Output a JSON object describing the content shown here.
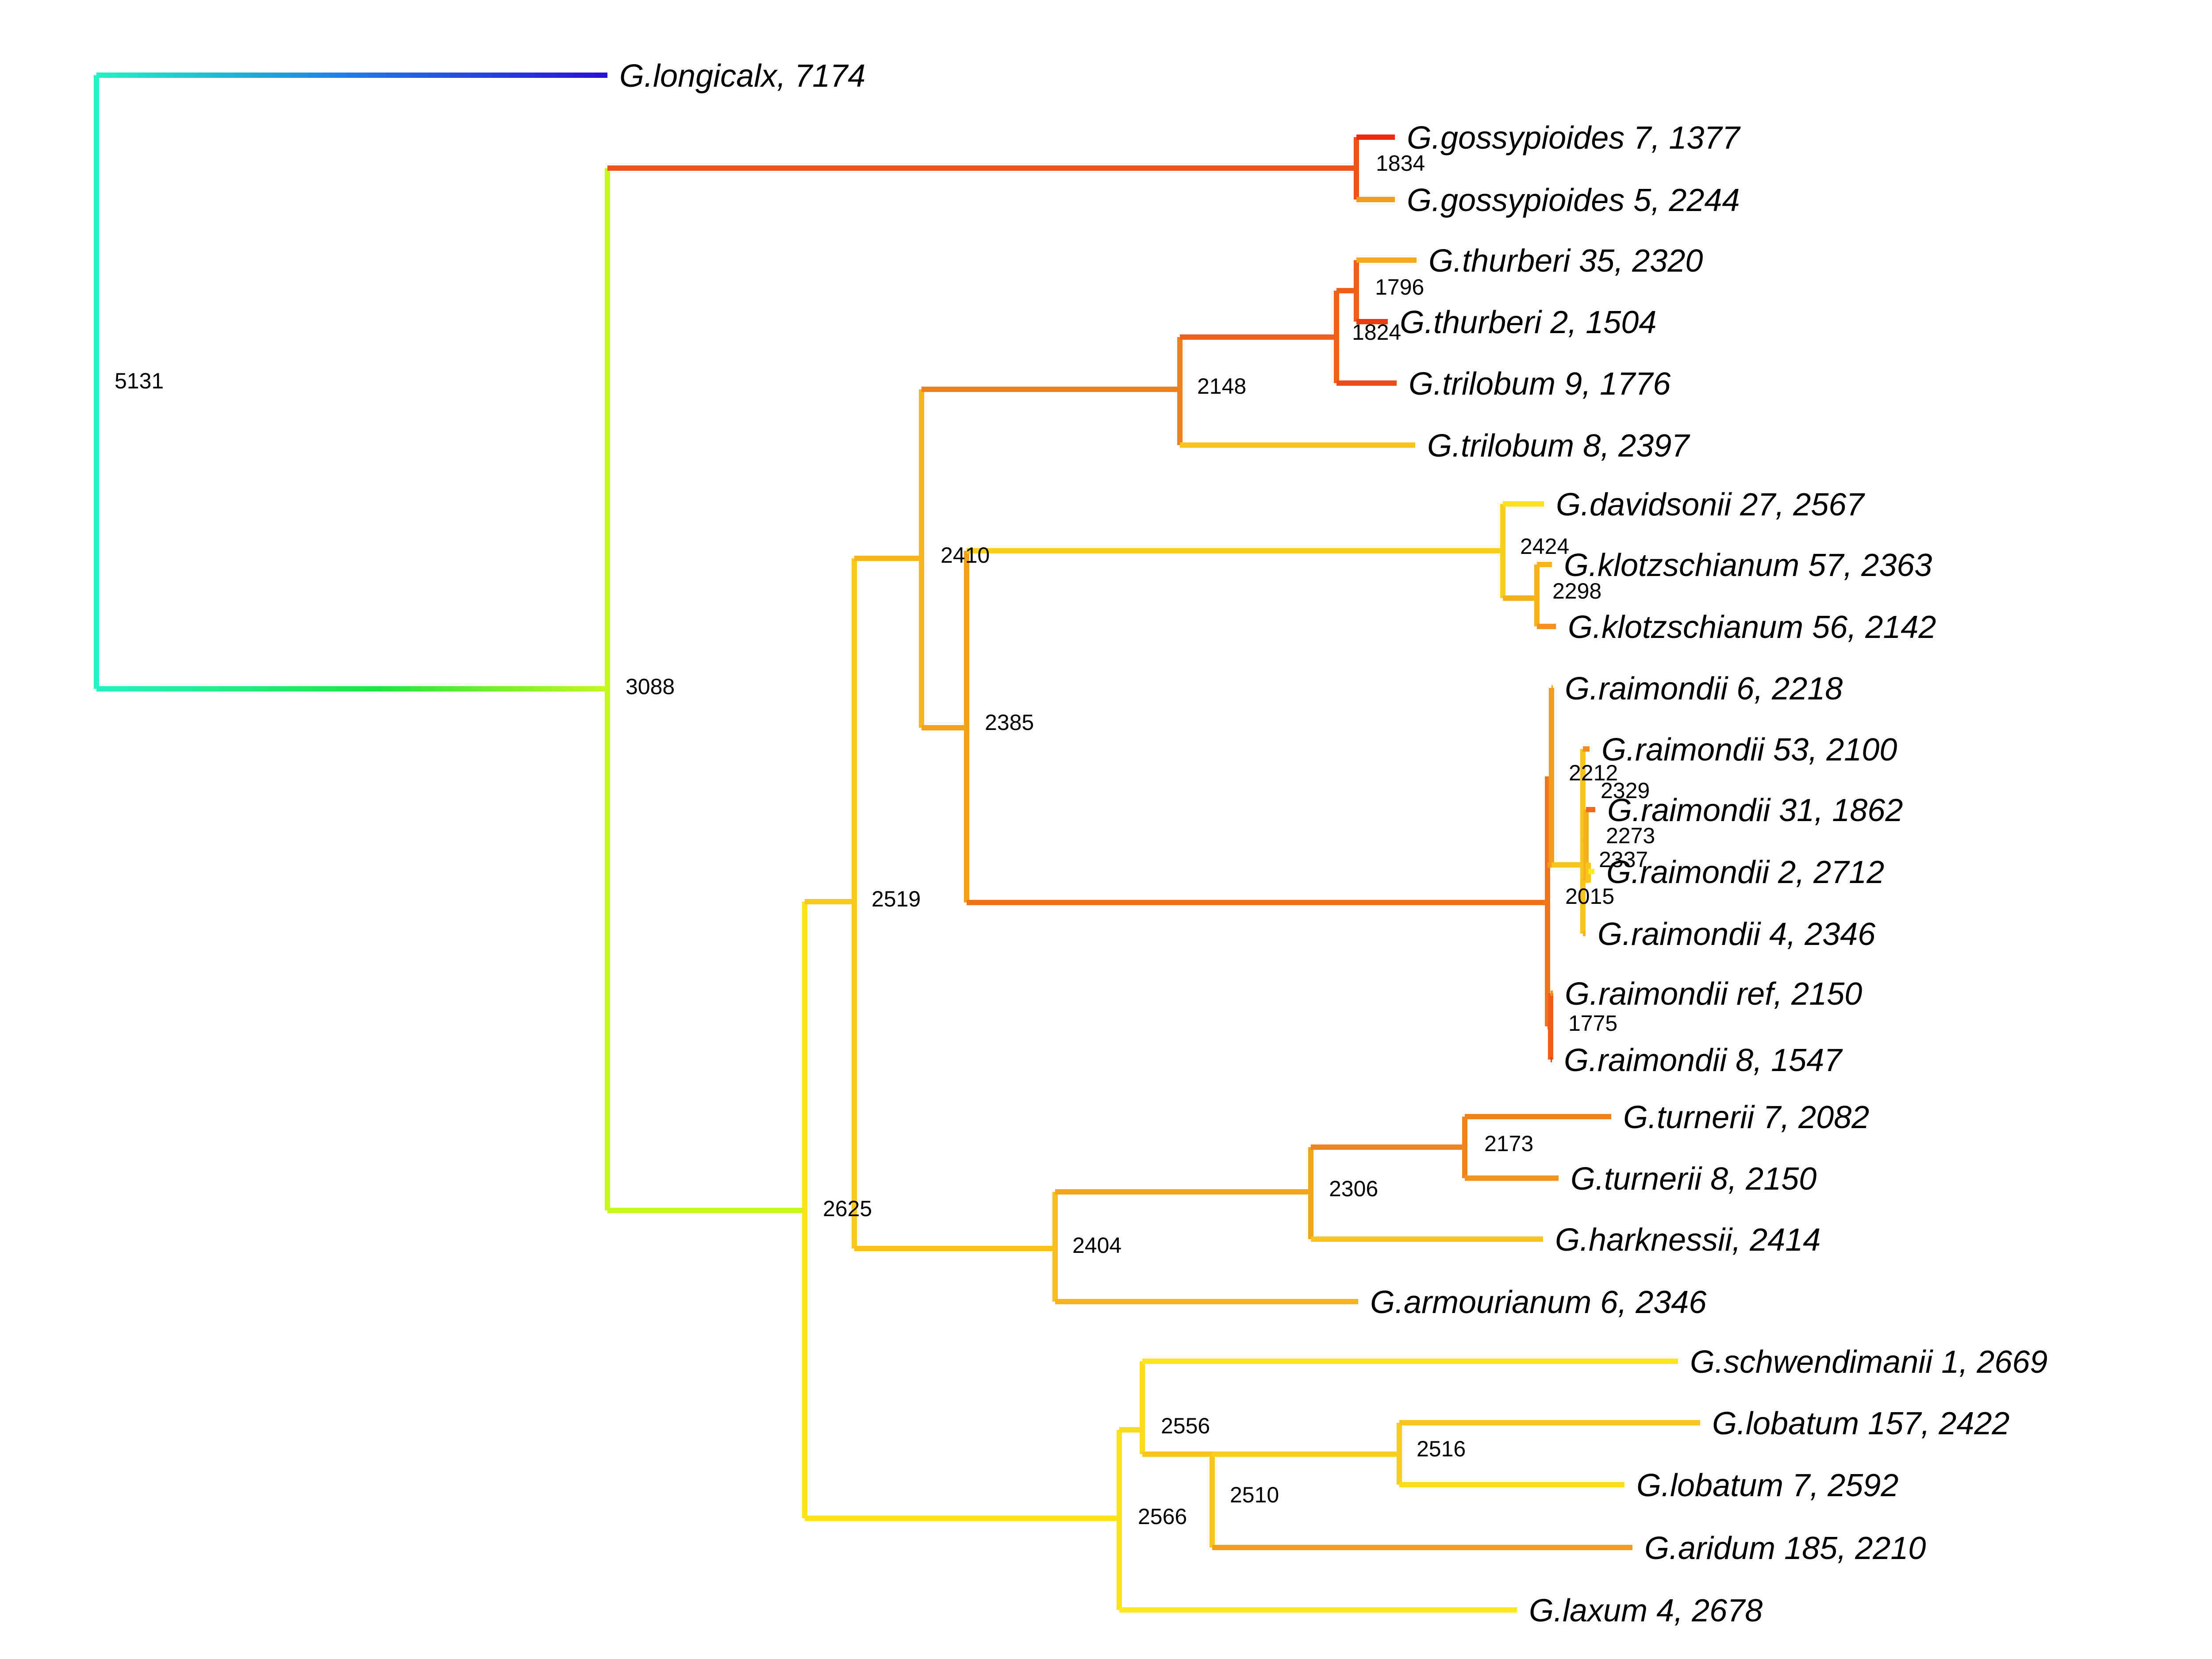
{
  "colors": {
    "node_5131": "#22f2c4",
    "node_3088": "#c6f81a",
    "node_2625": "#fbe21b",
    "node_2519": "#f8c81c",
    "node_2410": "#f7b51d",
    "node_2148": "#f0801c",
    "node_1796": "#ee5f1a",
    "node_1824": "#ee5f1a",
    "node_1834": "#ed531a",
    "node_2424": "#f8cf1d",
    "node_2298": "#f6b11c",
    "node_2385": "#f4a11c",
    "node_2015": "#ef761c",
    "node_2212": "#f49a1c",
    "node_2329": "#f8c31d",
    "node_2273": "#f6b01c",
    "node_2337": "#f8c41d",
    "node_1775": "#ee5d1a",
    "node_2404": "#f8c01d",
    "node_2306": "#f4a31c",
    "node_2173": "#ef851c",
    "node_2566": "#fbe21b",
    "node_2556": "#fbdc1b",
    "node_2510": "#f7c61d",
    "node_2516": "#f8cd1d",
    "tip_longicalx": "#2a10d6",
    "tip_1377": "#ec2a12",
    "tip_2244": "#f49a1c",
    "tip_2320": "#f6a91c",
    "tip_1504": "#ec3b15",
    "tip_1776": "#ec4d18",
    "tip_2397": "#f8c41d",
    "tip_2567": "#fbe01b",
    "tip_2363": "#f7b61d",
    "tip_2142": "#f3921c",
    "tip_2218": "#f5a01c",
    "tip_2100": "#f28b1c",
    "tip_1862": "#ef6a1b",
    "tip_2712": "#fbec1b",
    "tip_2346": "#f7b51d",
    "tip_2150": "#f3951c",
    "tip_1547": "#ec4016",
    "tip_2082": "#f0821c",
    "tip_2150b": "#f3941c",
    "tip_2414": "#f8c41d",
    "tip_2346b": "#f7b31d",
    "tip_2669": "#fbe71b",
    "tip_2422": "#f8c51d",
    "tip_2592": "#fbdc1b",
    "tip_2210": "#f49b1c",
    "tip_2678": "#fbe91b",
    "grad_root_a": "#22f2c4",
    "grad_root_b": "#1ce640",
    "grad_root_c": "#c6f81a",
    "grad_long_a": "#22f2c4",
    "grad_long_b": "#1f7be8",
    "grad_long_c": "#2a10d6"
  },
  "tips": [
    {
      "id": "tip_longicalx",
      "label": "G.longicalx, 7174"
    },
    {
      "id": "tip_1377",
      "label": "G.gossypioides 7, 1377"
    },
    {
      "id": "tip_2244",
      "label": "G.gossypioides 5, 2244"
    },
    {
      "id": "tip_2320",
      "label": "G.thurberi 35, 2320"
    },
    {
      "id": "tip_1504",
      "label": "G.thurberi 2, 1504"
    },
    {
      "id": "tip_1776",
      "label": "G.trilobum 9, 1776"
    },
    {
      "id": "tip_2397",
      "label": "G.trilobum 8, 2397"
    },
    {
      "id": "tip_2567",
      "label": "G.davidsonii 27, 2567"
    },
    {
      "id": "tip_2363",
      "label": "G.klotzschianum 57, 2363"
    },
    {
      "id": "tip_2142",
      "label": "G.klotzschianum 56, 2142"
    },
    {
      "id": "tip_2218",
      "label": "G.raimondii 6, 2218"
    },
    {
      "id": "tip_2100",
      "label": "G.raimondii 53, 2100"
    },
    {
      "id": "tip_1862",
      "label": "G.raimondii 31, 1862"
    },
    {
      "id": "tip_2712",
      "label": "G.raimondii 2, 2712"
    },
    {
      "id": "tip_2346",
      "label": "G.raimondii 4, 2346"
    },
    {
      "id": "tip_2150",
      "label": "G.raimondii ref, 2150"
    },
    {
      "id": "tip_1547",
      "label": "G.raimondii 8, 1547"
    },
    {
      "id": "tip_2082",
      "label": "G.turnerii 7, 2082"
    },
    {
      "id": "tip_2150b",
      "label": "G.turnerii 8, 2150"
    },
    {
      "id": "tip_2414",
      "label": "G.harknessii, 2414"
    },
    {
      "id": "tip_2346b",
      "label": "G.armourianum 6, 2346"
    },
    {
      "id": "tip_2669",
      "label": "G.schwendimanii 1, 2669"
    },
    {
      "id": "tip_2422",
      "label": "G.lobatum 157, 2422"
    },
    {
      "id": "tip_2592",
      "label": "G.lobatum 7, 2592"
    },
    {
      "id": "tip_2210",
      "label": "G.aridum 185, 2210"
    },
    {
      "id": "tip_2678",
      "label": "G.laxum 4, 2678"
    }
  ],
  "nodes": [
    {
      "id": "node_5131",
      "label": "5131"
    },
    {
      "id": "node_3088",
      "label": "3088"
    },
    {
      "id": "node_2625",
      "label": "2625"
    },
    {
      "id": "node_2519",
      "label": "2519"
    },
    {
      "id": "node_2410",
      "label": "2410"
    },
    {
      "id": "node_2148",
      "label": "2148"
    },
    {
      "id": "node_1796",
      "label": "1796"
    },
    {
      "id": "node_1824",
      "label": "1824"
    },
    {
      "id": "node_1834",
      "label": "1834"
    },
    {
      "id": "node_2424",
      "label": "2424"
    },
    {
      "id": "node_2298",
      "label": "2298"
    },
    {
      "id": "node_2385",
      "label": "2385"
    },
    {
      "id": "node_2015",
      "label": "2015"
    },
    {
      "id": "node_2212",
      "label": "2212"
    },
    {
      "id": "node_2329",
      "label": "2329"
    },
    {
      "id": "node_2273",
      "label": "2273"
    },
    {
      "id": "node_2337",
      "label": "2337"
    },
    {
      "id": "node_1775",
      "label": "1775"
    },
    {
      "id": "node_2404",
      "label": "2404"
    },
    {
      "id": "node_2306",
      "label": "2306"
    },
    {
      "id": "node_2173",
      "label": "2173"
    },
    {
      "id": "node_2566",
      "label": "2566"
    },
    {
      "id": "node_2556",
      "label": "2556"
    },
    {
      "id": "node_2510",
      "label": "2510"
    },
    {
      "id": "node_2516",
      "label": "2516"
    }
  ]
}
